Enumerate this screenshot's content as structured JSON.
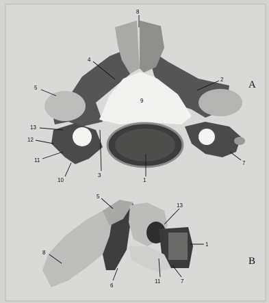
{
  "panels": {
    "top": "A",
    "bottom": "B"
  },
  "view_a_labels": {
    "l8": "8",
    "l4": "4",
    "l2": "2",
    "l5": "5",
    "l9": "9",
    "l13": "13",
    "l12": "12",
    "l11": "11",
    "l10": "10",
    "l3": "3",
    "l1": "1",
    "l7": "7"
  },
  "view_b_labels": {
    "l5": "5",
    "l13": "13",
    "l1": "1",
    "l8": "8",
    "l6": "6",
    "l11": "11",
    "l7": "7"
  }
}
